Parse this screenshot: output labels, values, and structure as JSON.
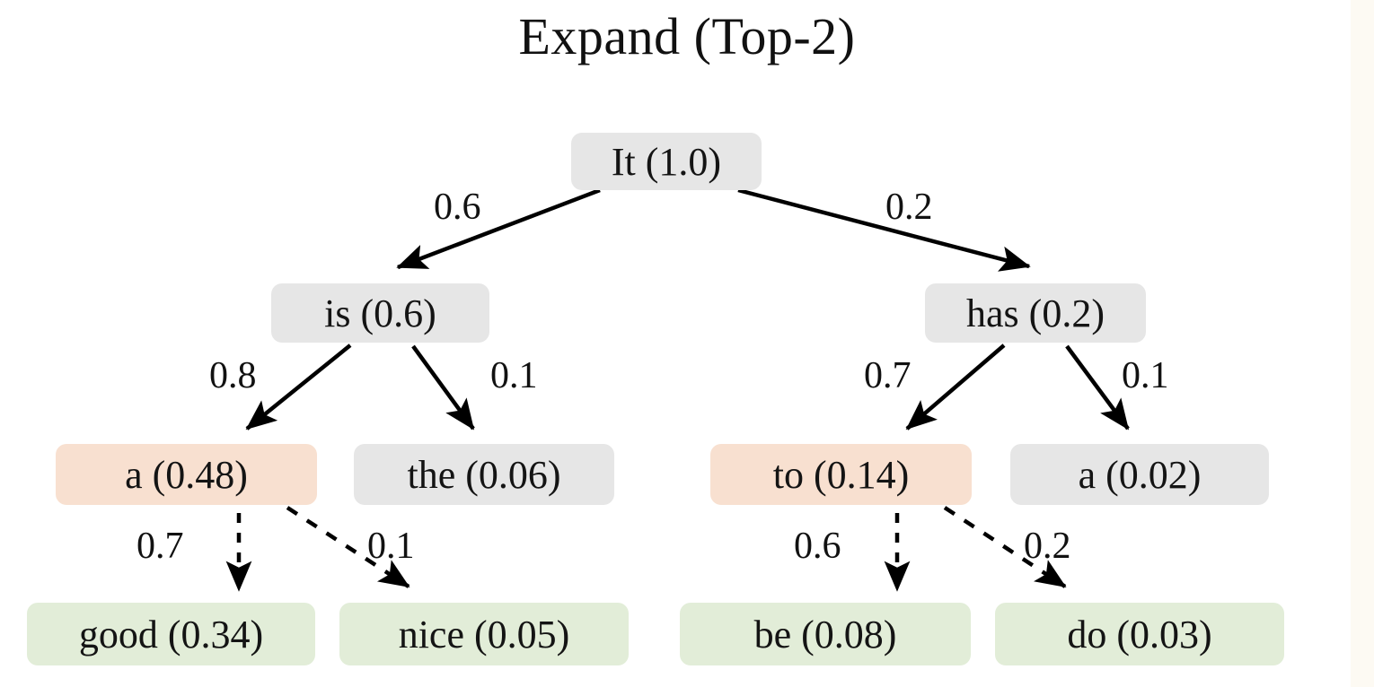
{
  "title": "Expand (Top-2)",
  "colors": {
    "background": "#ffffff",
    "node_gray": "#e6e6e6",
    "node_peach": "#f8e0d0",
    "node_green": "#e2edd8",
    "text": "#141414",
    "arrow": "#000000"
  },
  "chart_data": {
    "type": "diagram",
    "title": "Expand (Top-2)",
    "description": "Beam-search style expansion tree showing tokens with cumulative probabilities; edges are labeled with transition probabilities.",
    "levels": [
      {
        "depth": 0,
        "nodes": [
          "It (1.0)"
        ]
      },
      {
        "depth": 1,
        "nodes": [
          "is (0.6)",
          "has (0.2)"
        ]
      },
      {
        "depth": 2,
        "nodes": [
          "a (0.48)",
          "the (0.06)",
          "to (0.14)",
          "a (0.02)"
        ]
      },
      {
        "depth": 3,
        "nodes": [
          "good (0.34)",
          "nice (0.05)",
          "be (0.08)",
          "do (0.03)"
        ]
      }
    ],
    "nodes": [
      {
        "id": "root",
        "token": "It",
        "score": "1.0",
        "label": "It (1.0)",
        "style": "gray",
        "depth": 0
      },
      {
        "id": "is",
        "token": "is",
        "score": "0.6",
        "label": "is (0.6)",
        "style": "gray",
        "depth": 1
      },
      {
        "id": "has",
        "token": "has",
        "score": "0.2",
        "label": "has (0.2)",
        "style": "gray",
        "depth": 1
      },
      {
        "id": "a48",
        "token": "a",
        "score": "0.48",
        "label": "a (0.48)",
        "style": "peach",
        "depth": 2
      },
      {
        "id": "the06",
        "token": "the",
        "score": "0.06",
        "label": "the (0.06)",
        "style": "gray",
        "depth": 2
      },
      {
        "id": "to14",
        "token": "to",
        "score": "0.14",
        "label": "to (0.14)",
        "style": "peach",
        "depth": 2
      },
      {
        "id": "a02",
        "token": "a",
        "score": "0.02",
        "label": "a (0.02)",
        "style": "gray",
        "depth": 2
      },
      {
        "id": "good",
        "token": "good",
        "score": "0.34",
        "label": "good (0.34)",
        "style": "green",
        "depth": 3
      },
      {
        "id": "nice",
        "token": "nice",
        "score": "0.05",
        "label": "nice (0.05)",
        "style": "green",
        "depth": 3
      },
      {
        "id": "be",
        "token": "be",
        "score": "0.08",
        "label": "be (0.08)",
        "style": "green",
        "depth": 3
      },
      {
        "id": "do",
        "token": "do",
        "score": "0.03",
        "label": "do (0.03)",
        "style": "green",
        "depth": 3
      }
    ],
    "edges": [
      {
        "from": "root",
        "to": "is",
        "label": "0.6",
        "style": "solid"
      },
      {
        "from": "root",
        "to": "has",
        "label": "0.2",
        "style": "solid"
      },
      {
        "from": "is",
        "to": "a48",
        "label": "0.8",
        "style": "solid"
      },
      {
        "from": "is",
        "to": "the06",
        "label": "0.1",
        "style": "solid"
      },
      {
        "from": "has",
        "to": "to14",
        "label": "0.7",
        "style": "solid"
      },
      {
        "from": "has",
        "to": "a02",
        "label": "0.1",
        "style": "solid"
      },
      {
        "from": "a48",
        "to": "good",
        "label": "0.7",
        "style": "dashed"
      },
      {
        "from": "a48",
        "to": "nice",
        "label": "0.1",
        "style": "dashed"
      },
      {
        "from": "to14",
        "to": "be",
        "label": "0.6",
        "style": "dashed"
      },
      {
        "from": "to14",
        "to": "do",
        "label": "0.2",
        "style": "dashed"
      }
    ]
  },
  "nodes": {
    "root": "It (1.0)",
    "is": "is (0.6)",
    "has": "has (0.2)",
    "a48": "a (0.48)",
    "the06": "the (0.06)",
    "to14": "to (0.14)",
    "a02": "a (0.02)",
    "good": "good (0.34)",
    "nice": "nice (0.05)",
    "be": "be (0.08)",
    "do": "do (0.03)"
  },
  "edge_labels": {
    "root_is": "0.6",
    "root_has": "0.2",
    "is_a": "0.8",
    "is_the": "0.1",
    "has_to": "0.7",
    "has_a": "0.1",
    "a_good": "0.7",
    "a_nice": "0.1",
    "to_be": "0.6",
    "to_do": "0.2"
  }
}
